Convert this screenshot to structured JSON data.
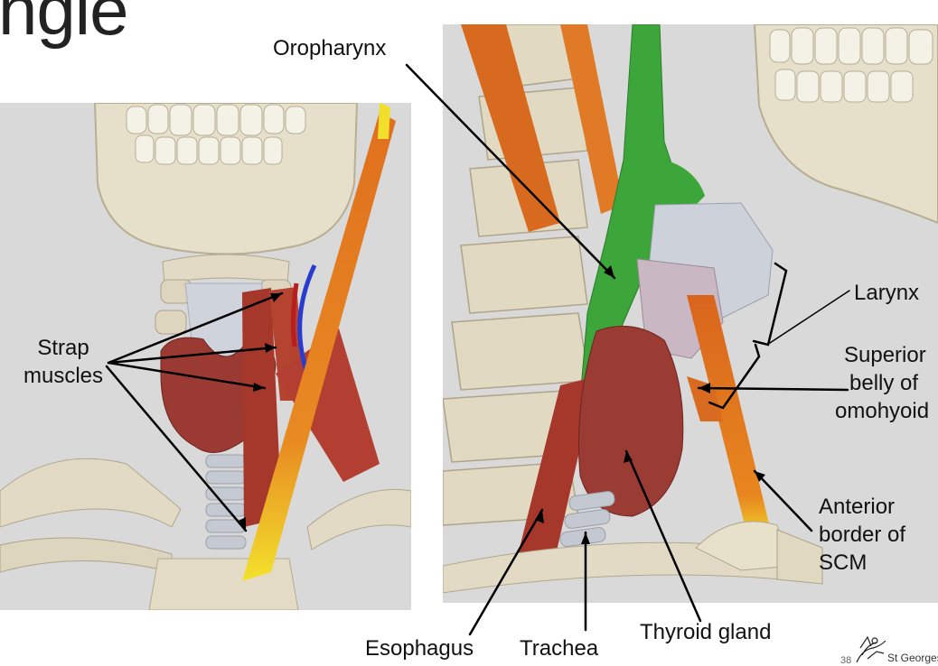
{
  "slide": {
    "title_fragment": "ngle",
    "slide_number": "38",
    "logo_text": "St Georges"
  },
  "labels": {
    "oropharynx": "Oropharynx",
    "strap_line1": "Strap",
    "strap_line2": "muscles",
    "larynx": "Larynx",
    "superior_line1": "Superior",
    "superior_line2": "belly of",
    "superior_line3": "omohyoid",
    "anterior_line1": "Anterior",
    "anterior_line2": "border of",
    "anterior_line3": "SCM",
    "esophagus": "Esophagus",
    "trachea": "Trachea",
    "thyroid": "Thyroid gland"
  },
  "colors": {
    "bone": "#e4dcc6",
    "muscle": "#a8392b",
    "scm_orange": "#e0731f",
    "scm_yellow": "#f2e02c",
    "thyroid": "#9b3b34",
    "pharynx_green": "#3aa83a",
    "trachea": "#c9ced6",
    "background": "#d9d9d9"
  }
}
